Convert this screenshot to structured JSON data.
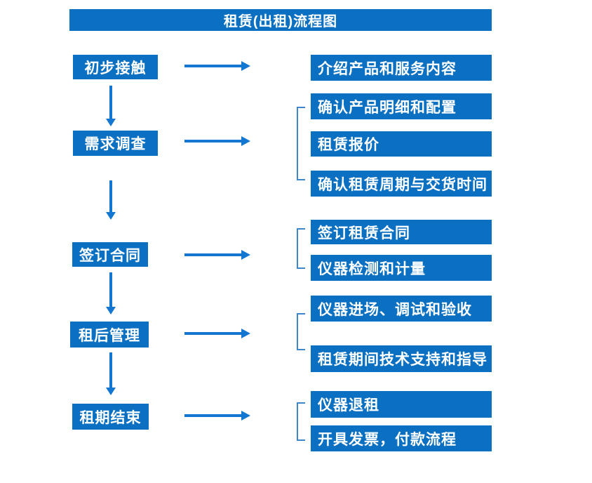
{
  "title": "租赁(出租)流程图",
  "stages": [
    {
      "label": "初步接触",
      "details": [
        "介绍产品和服务内容"
      ]
    },
    {
      "label": "需求调查",
      "details": [
        "确认产品明细和配置",
        "租赁报价",
        "确认租赁周期与交货时间"
      ]
    },
    {
      "label": "签订合同",
      "details": [
        "签订租赁合同",
        "仪器检测和计量"
      ]
    },
    {
      "label": "租后管理",
      "details": [
        "仪器进场、调试和验收",
        "租赁期间技术支持和指导"
      ]
    },
    {
      "label": "租期结束",
      "details": [
        "仪器退租",
        "开具发票，付款流程"
      ]
    }
  ],
  "colors": {
    "box_blue": "#0b70c2",
    "arrow_blue": "#1377d2",
    "bracket_blue": "#3d85cc",
    "text_white": "#ffffff",
    "background": "#ffffff"
  },
  "icons": {
    "right_arrow": "→",
    "down_arrow": "↓"
  }
}
